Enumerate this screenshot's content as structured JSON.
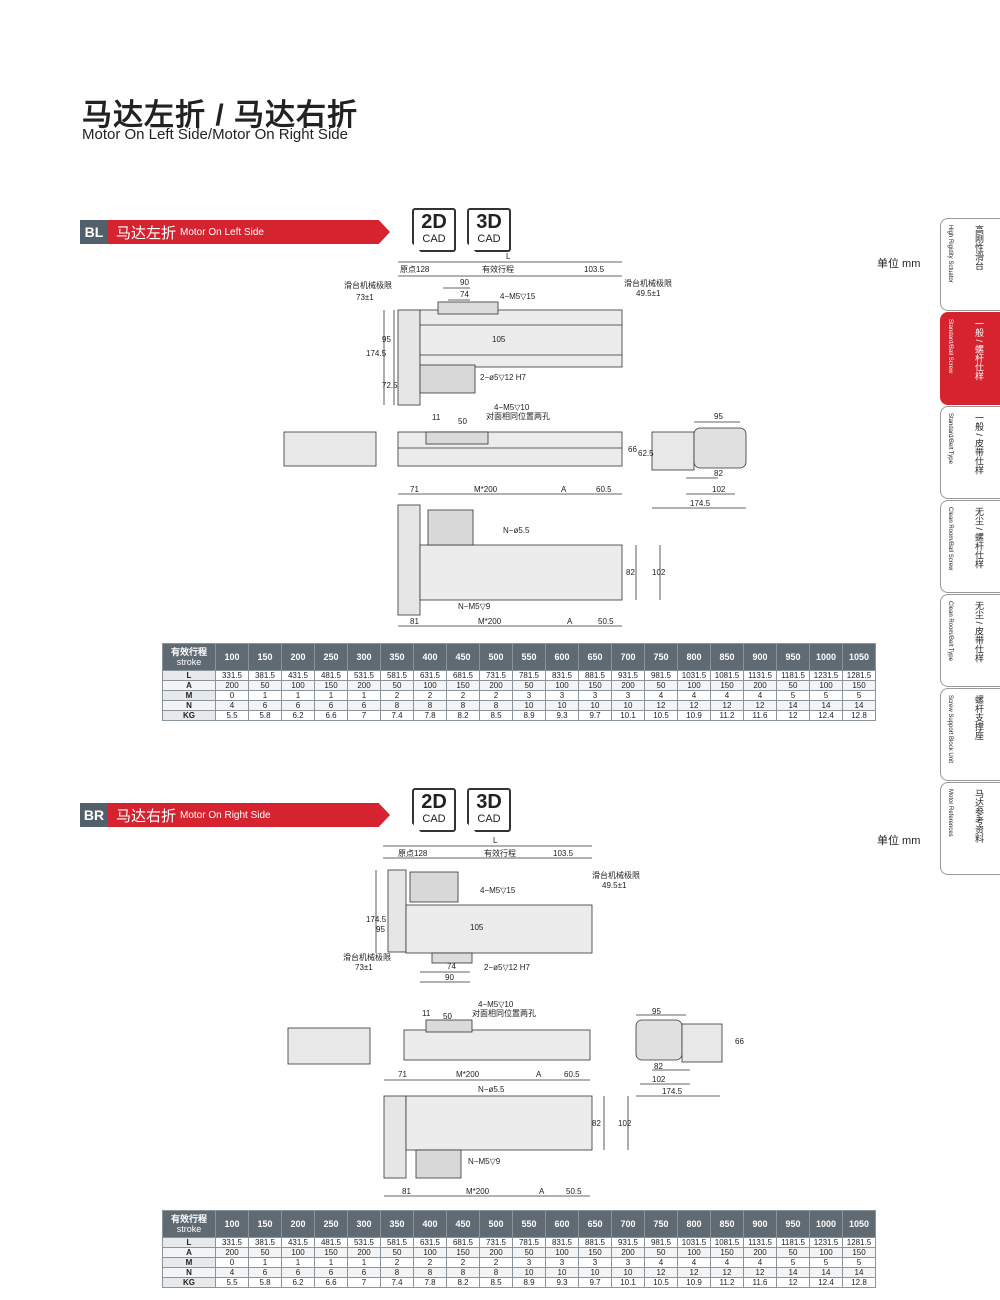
{
  "page": {
    "title_cn": "马达左折 / 马达右折",
    "title_en": "Motor On Left Side/Motor On Right Side"
  },
  "sections": [
    {
      "code": "BL",
      "label_cn": "马达左折",
      "label_en": "Motor On Left Side",
      "unit": "单位 mm"
    },
    {
      "code": "BR",
      "label_cn": "马达右折",
      "label_en": "Motor On Right Side",
      "unit": "单位 mm"
    }
  ],
  "cad_badges": [
    {
      "big": "2D",
      "small": "CAD"
    },
    {
      "big": "3D",
      "small": "CAD"
    }
  ],
  "side_tabs": [
    {
      "cn": "高刚性滑台",
      "en": "High Rigidity Sctuator"
    },
    {
      "cn": "一般 / 螺杆仕样",
      "en": "Standard/Ball Screw"
    },
    {
      "cn": "一般 / 皮带仕样",
      "en": "Standard/Belt Type"
    },
    {
      "cn": "无尘 / 螺杆仕样",
      "en": "Clean Room/Ball Screw"
    },
    {
      "cn": "无尘 / 皮带仕样",
      "en": "Clean Room/Belt Type"
    },
    {
      "cn": "螺杆支撑座",
      "en": "Screw Support Block Unit"
    },
    {
      "cn": "马达参考资料",
      "en": "Motor References"
    }
  ],
  "drawing_labels": {
    "L": "L",
    "origin": "原点128",
    "stroke": "有效行程",
    "d103": "103.5",
    "limit": "滑台机械极限",
    "d73": "73±1",
    "d49": "49.5±1",
    "d90": "90",
    "d74": "74",
    "m5_15": "4−M5▽15",
    "d105": "105",
    "d1745": "174.5",
    "d95": "95",
    "d725": "72.5",
    "pin": "2−ø5▽12 H7",
    "m5_10": "4−M5▽10",
    "opposite": "对面相同位置两孔",
    "d11": "11",
    "d50": "50",
    "d66": "66",
    "d625": "62.5",
    "d82": "82",
    "d102": "102",
    "d71": "71",
    "m200": "M*200",
    "A": "A",
    "d605": "60.5",
    "n55": "N−ø5.5",
    "nm5": "N−M5▽9",
    "d81": "81",
    "d505": "50.5"
  },
  "spec_table": {
    "header_cn": "有效行程",
    "header_en": "stroke",
    "strokes": [
      "100",
      "150",
      "200",
      "250",
      "300",
      "350",
      "400",
      "450",
      "500",
      "550",
      "600",
      "650",
      "700",
      "750",
      "800",
      "850",
      "900",
      "950",
      "1000",
      "1050"
    ],
    "rows": [
      {
        "name": "L",
        "values": [
          "331.5",
          "381.5",
          "431.5",
          "481.5",
          "531.5",
          "581.5",
          "631.5",
          "681.5",
          "731.5",
          "781.5",
          "831.5",
          "881.5",
          "931.5",
          "981.5",
          "1031.5",
          "1081.5",
          "1131.5",
          "1181.5",
          "1231.5",
          "1281.5"
        ]
      },
      {
        "name": "A",
        "values": [
          "200",
          "50",
          "100",
          "150",
          "200",
          "50",
          "100",
          "150",
          "200",
          "50",
          "100",
          "150",
          "200",
          "50",
          "100",
          "150",
          "200",
          "50",
          "100",
          "150"
        ]
      },
      {
        "name": "M",
        "values": [
          "0",
          "1",
          "1",
          "1",
          "1",
          "2",
          "2",
          "2",
          "2",
          "3",
          "3",
          "3",
          "3",
          "4",
          "4",
          "4",
          "4",
          "5",
          "5",
          "5"
        ]
      },
      {
        "name": "N",
        "values": [
          "4",
          "6",
          "6",
          "6",
          "6",
          "8",
          "8",
          "8",
          "8",
          "10",
          "10",
          "10",
          "10",
          "12",
          "12",
          "12",
          "12",
          "14",
          "14",
          "14"
        ]
      },
      {
        "name": "KG",
        "values": [
          "5.5",
          "5.8",
          "6.2",
          "6.6",
          "7",
          "7.4",
          "7.8",
          "8.2",
          "8.5",
          "8.9",
          "9.3",
          "9.7",
          "10.1",
          "10.5",
          "10.9",
          "11.2",
          "11.6",
          "12",
          "12.4",
          "12.8"
        ]
      }
    ]
  }
}
